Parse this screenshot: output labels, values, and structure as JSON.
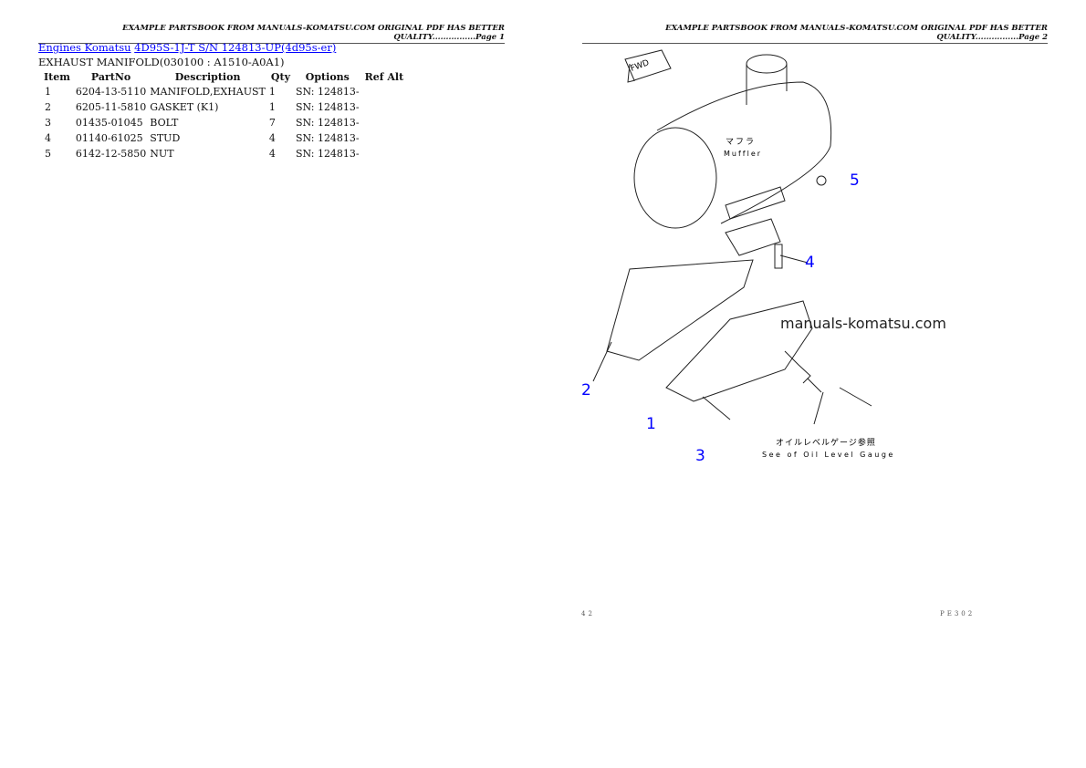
{
  "page1": {
    "header": "EXAMPLE PARTSBOOK FROM MANUALS-KOMATSU.COM ORIGINAL PDF HAS BETTER QUALITY................Page 1",
    "breadcrumb": [
      {
        "label": "Engines Komatsu"
      },
      {
        "label": "4D95S-1J-T S/N 124813-UP(4d95s-er)"
      }
    ],
    "subtitle": "EXHAUST MANIFOLD(030100 : A1510-A0A1)",
    "table": {
      "headers": [
        "Item",
        "PartNo",
        "Description",
        "Qty",
        "Options",
        "Ref Alt"
      ],
      "rows": [
        [
          "1",
          "6204-13-5110",
          "MANIFOLD,EXHAUST",
          "1",
          "SN: 124813-",
          ""
        ],
        [
          "2",
          "6205-11-5810",
          "GASKET (K1)",
          "1",
          "SN: 124813-",
          ""
        ],
        [
          "3",
          "01435-01045",
          "BOLT",
          "7",
          "SN: 124813-",
          ""
        ],
        [
          "4",
          "01140-61025",
          "STUD",
          "4",
          "SN: 124813-",
          ""
        ],
        [
          "5",
          "6142-12-5850",
          "NUT",
          "4",
          "SN: 124813-",
          ""
        ]
      ]
    }
  },
  "page2": {
    "header": "EXAMPLE PARTSBOOK FROM MANUALS-KOMATSU.COM ORIGINAL PDF HAS BETTER QUALITY................Page 2",
    "diagram": {
      "fwd": "FWD",
      "muffler_jp": "マフラ",
      "muffler_en": "Muffler",
      "note_jp": "オイルレベルゲージ参照",
      "note_en": "See of Oil Level Gauge",
      "watermark": "manuals-komatsu.com",
      "callouts": [
        "1",
        "2",
        "3",
        "4",
        "5"
      ],
      "callout_color": "#0000ff"
    },
    "footer_left": "42",
    "footer_right": "PE302"
  }
}
